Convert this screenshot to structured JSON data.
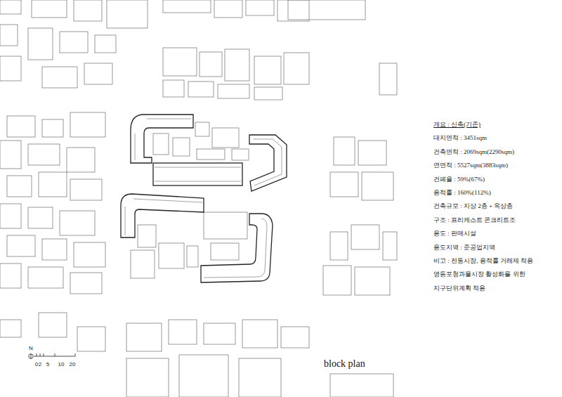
{
  "diagram": {
    "title": "block plan",
    "labels": [
      "개요 : 신축(기존)",
      "대지면적 : 3451sqm",
      "건축면적 : 2069sqm(2290sqm)",
      "연면적 : 5527sqm(3883sqm)",
      "건폐율 : 59%(67%)",
      "용적률 : 160%(112%)",
      "건축규모 : 지상 2층 + 옥상층",
      "구조 : 프리캐스트 콘크리트조",
      "용도 : 판매시설",
      "용도지역 : 준공업지역",
      "비고 : 전통시장, 용적률 거래제 적용",
      "영등포청과물시장 활성화를 위한",
      "지구단위계획 적용",
      "N",
      "0",
      "2",
      "5",
      "10",
      "20"
    ]
  }
}
